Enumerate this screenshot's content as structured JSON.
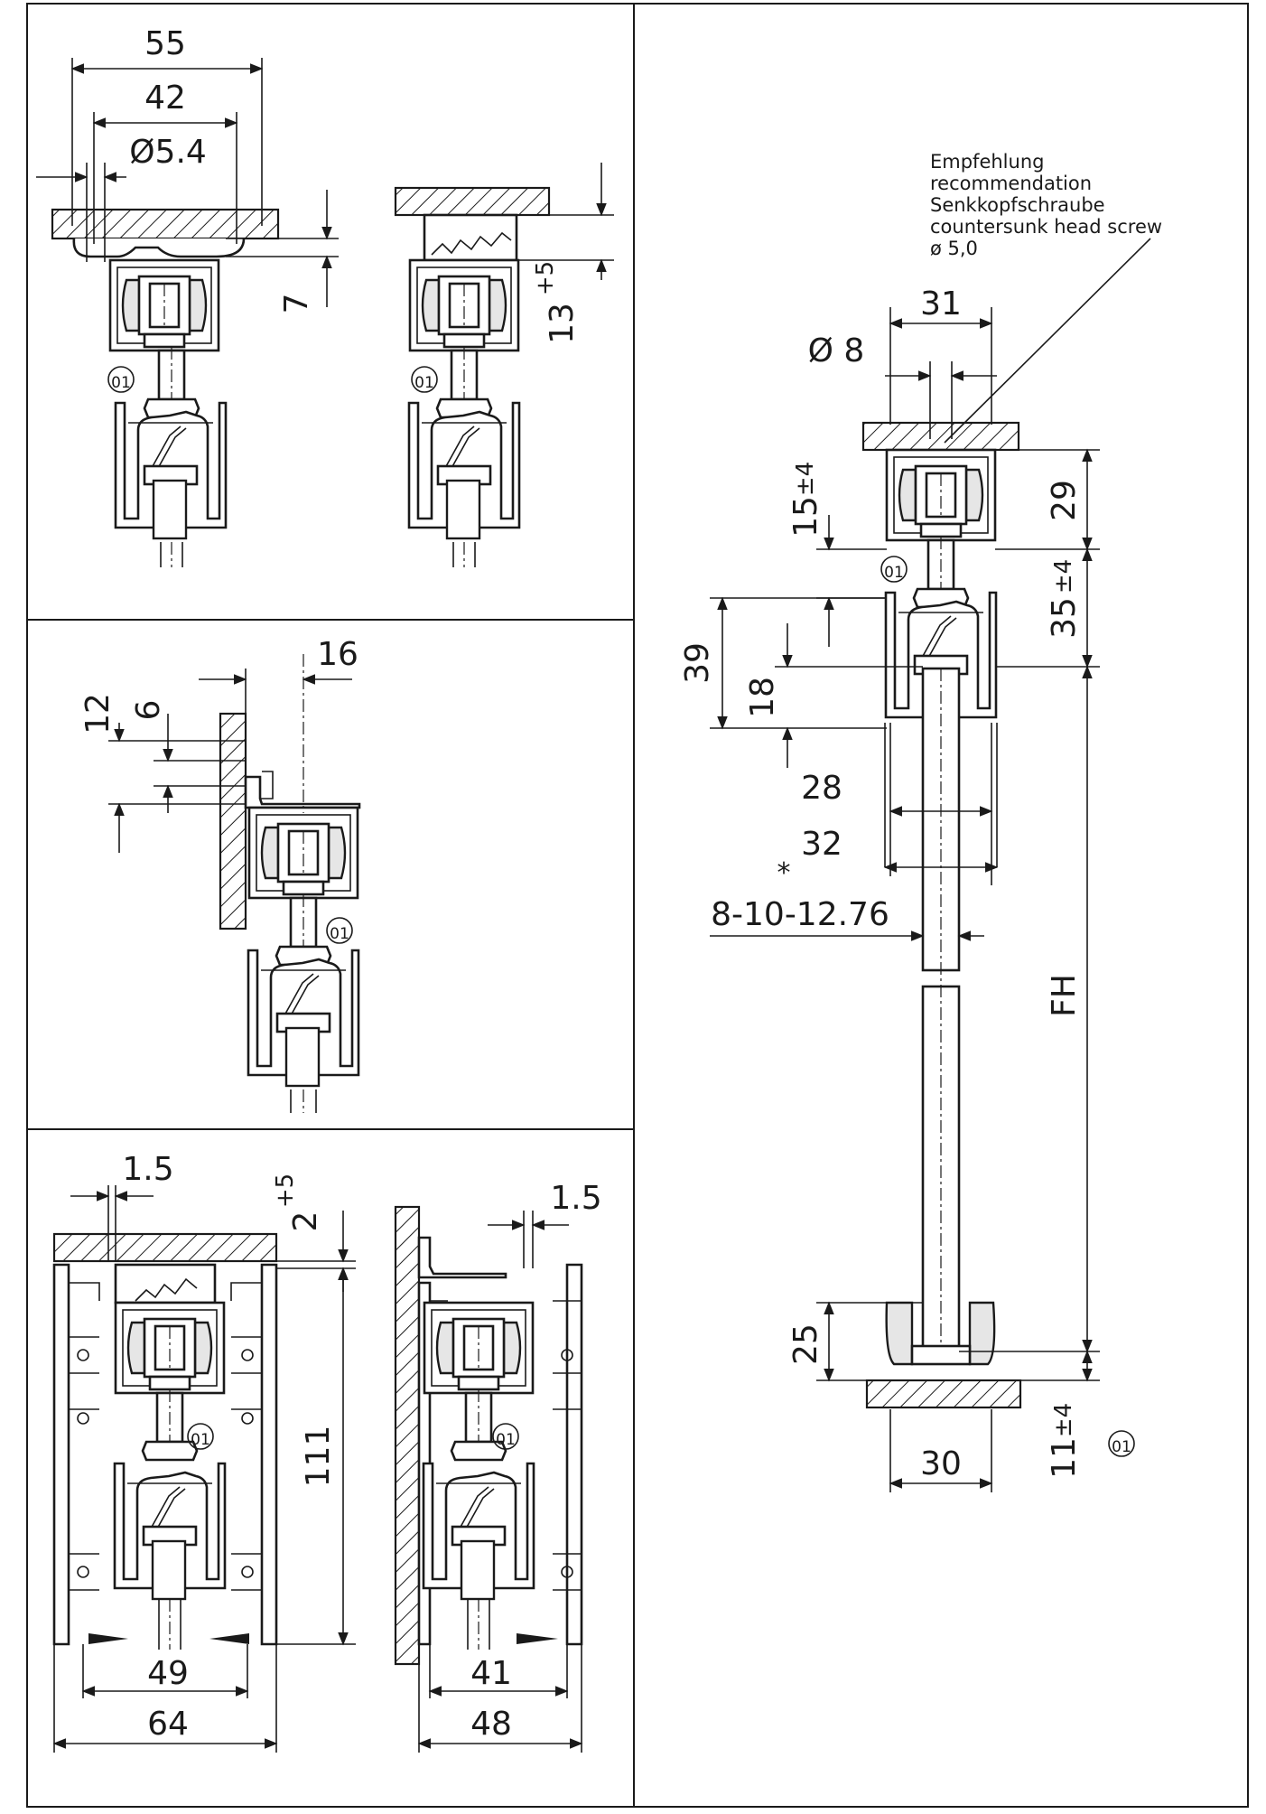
{
  "panels": {
    "top_left": {
      "dims": [
        "55",
        "42",
        "Ø5.4",
        "7",
        "13"
      ],
      "sup": "+5",
      "marker": "01"
    },
    "middle_left": {
      "dims": [
        "16",
        "12",
        "6"
      ],
      "marker": "01"
    },
    "bottom_left": {
      "dims": [
        "1.5",
        "2",
        "111",
        "49",
        "64",
        "1.5",
        "41",
        "48"
      ],
      "sup": "+5",
      "marker": "01"
    },
    "right": {
      "note": [
        "Empfehlung",
        "recommendation",
        "Senkkopfschraube",
        "countersunk head screw",
        "ø 5,0"
      ],
      "dims": [
        "31",
        "Ø 8",
        "29",
        "15",
        "35",
        "39",
        "18",
        "28",
        "32",
        "8-10-12.76",
        "FH",
        "25",
        "30",
        "11"
      ],
      "tol": "±4",
      "asterisk": "*",
      "marker": "01"
    }
  }
}
